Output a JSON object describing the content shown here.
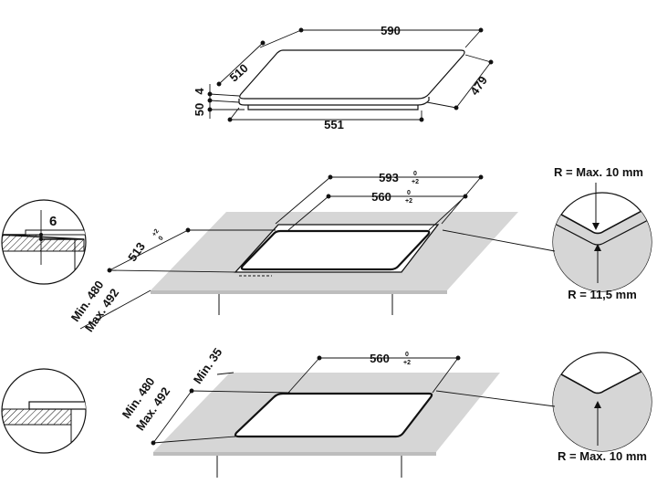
{
  "top_view": {
    "width": "590",
    "depth": "510",
    "right_depth": "479",
    "bottom_width": "551",
    "glass_thickness": "4",
    "body_height": "50"
  },
  "section_flush": {
    "outer_width": "593",
    "outer_width_tol_top": "0",
    "outer_width_tol_bottom": "+2",
    "inner_width": "560",
    "inner_width_tol_top": "0",
    "inner_width_tol_bottom": "+2",
    "depth": "513",
    "depth_tol_top": "+2",
    "depth_tol_bottom": "0",
    "min_label": "Min. 480",
    "max_label": "Max. 492",
    "step_depth": "6",
    "radius_outer": "R = Max. 10 mm",
    "radius_inner": "R = 11,5 mm"
  },
  "section_standard": {
    "inner_width": "560",
    "inner_width_tol_top": "0",
    "inner_width_tol_bottom": "+2",
    "min_label": "Min. 480",
    "max_label": "Max. 492",
    "min_edge": "Min. 35",
    "radius": "R = Max. 10 mm"
  },
  "colors": {
    "worktop": "#d6d6d6",
    "line": "#111111"
  }
}
